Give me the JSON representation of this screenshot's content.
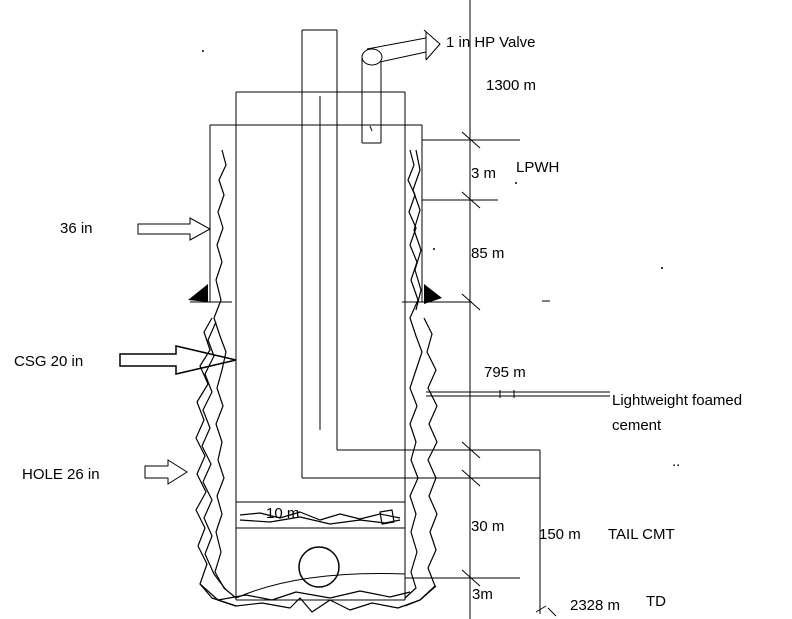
{
  "labels": {
    "valve": "1 in  HP Valve",
    "depth_1300": "1300 m",
    "depth_3": "3 m",
    "lpwh": "LPWH",
    "depth_85": "85 m",
    "depth_795": "795 m",
    "cement_line1": "Lightweight foamed",
    "cement_line2": "cement",
    "inner_10": "10 m",
    "depth_30": "30 m",
    "depth_150": "150 m",
    "tail_cmt": "TAIL CMT",
    "depth_3b": "3m",
    "td_depth": "2328 m",
    "td": "TD",
    "conductor": "36 in",
    "casing": "CSG 20 in",
    "hole": "HOLE 26 in",
    "dots": ".."
  }
}
